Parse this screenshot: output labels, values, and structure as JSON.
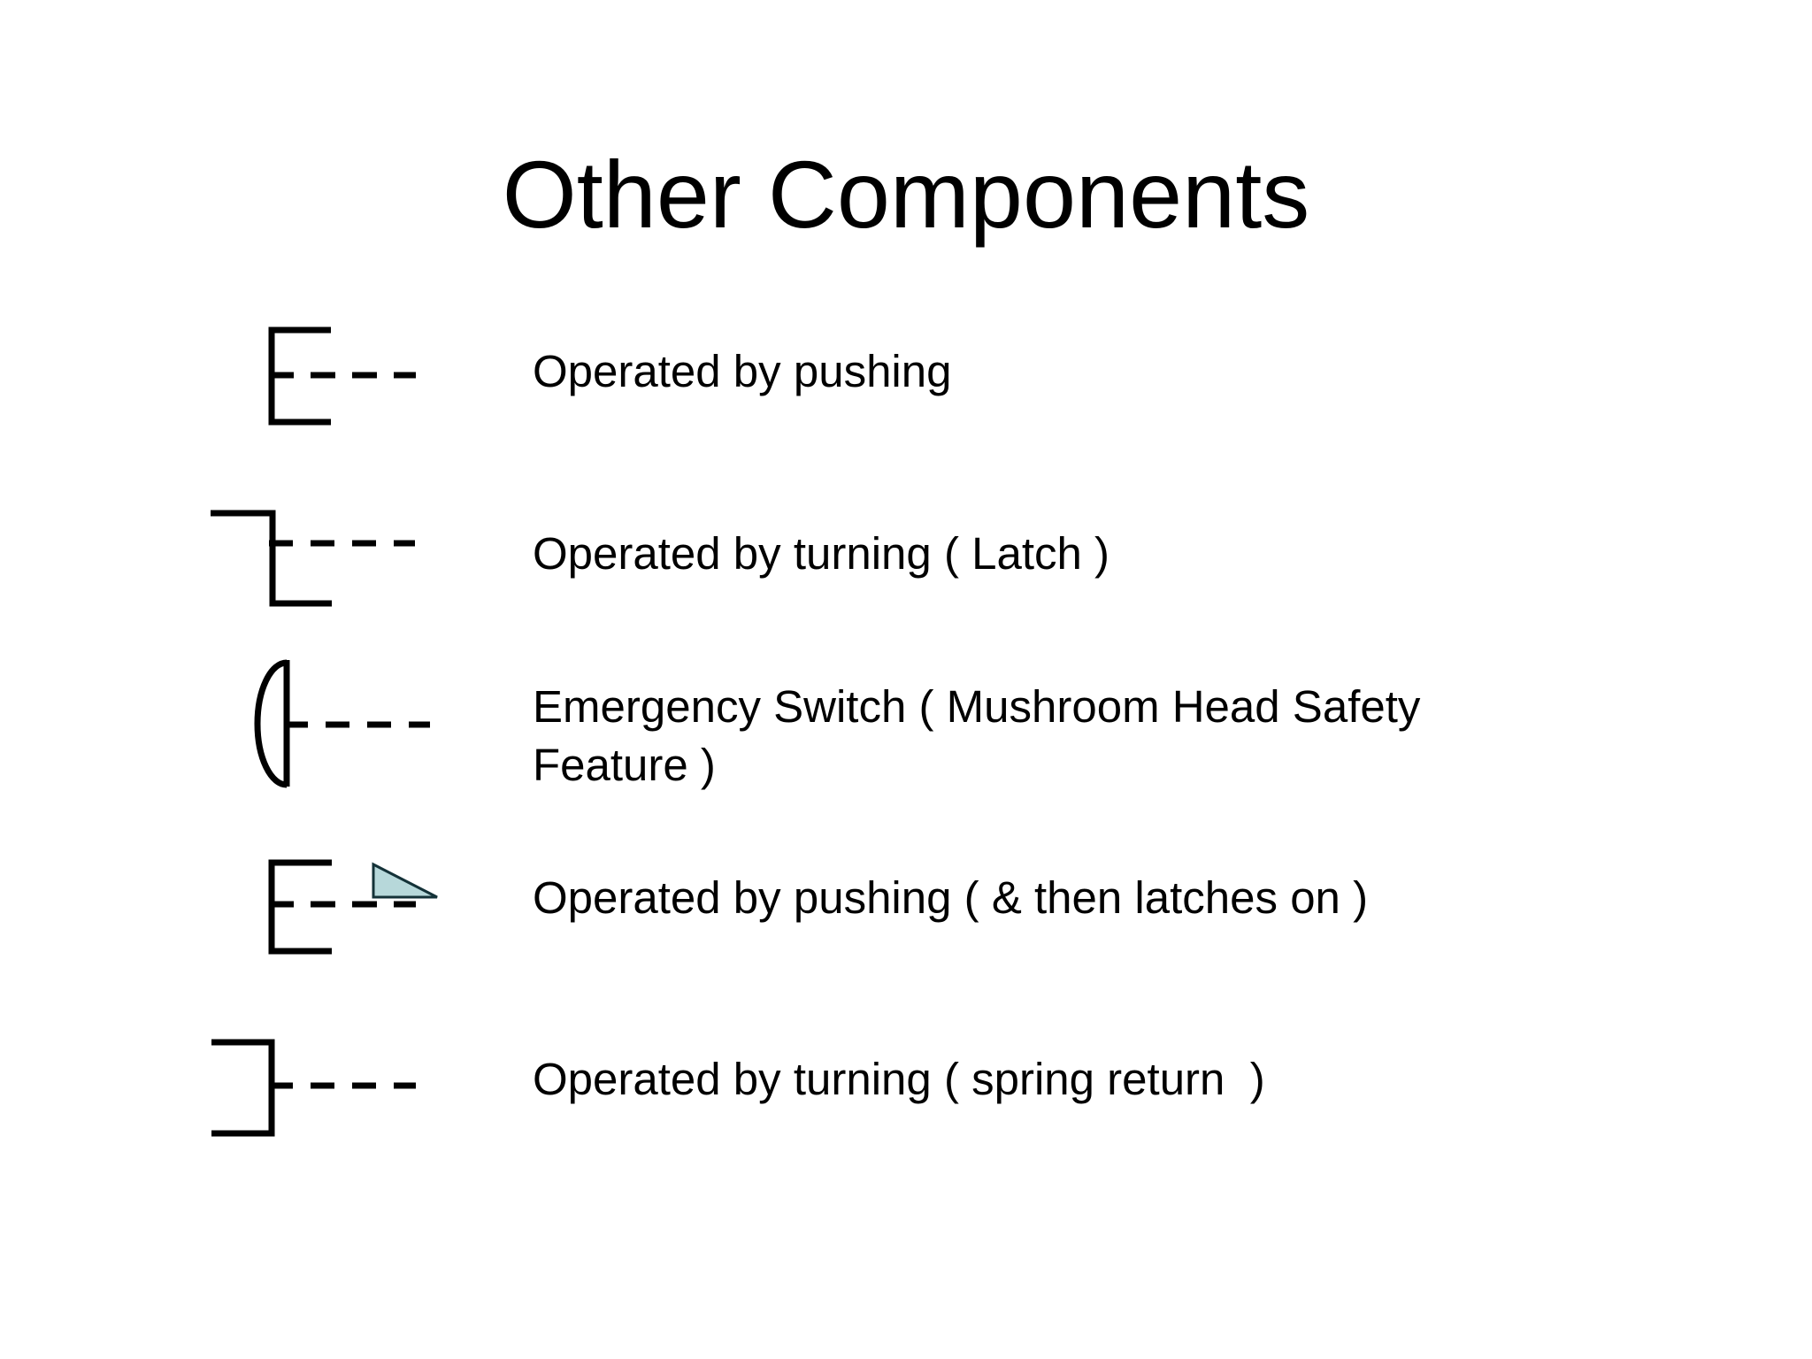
{
  "title": "Other Components",
  "rows": [
    {
      "symbol": "push-operated-symbol",
      "label": "Operated by pushing"
    },
    {
      "symbol": "turn-latch-operated-symbol",
      "label": "Operated by turning ( Latch )"
    },
    {
      "symbol": "emergency-mushroom-switch-symbol",
      "label": "Emergency Switch ( Mushroom Head Safety Feature )"
    },
    {
      "symbol": "push-then-latch-symbol",
      "label": "Operated by pushing ( & then latches on )"
    },
    {
      "symbol": "turn-spring-return-symbol",
      "label": "Operated by turning ( spring return  )"
    }
  ],
  "colors": {
    "background": "#ffffff",
    "line": "#000000",
    "text": "#000000",
    "latch_triangle_fill": "#b7d8da",
    "latch_triangle_stroke": "#143238"
  }
}
